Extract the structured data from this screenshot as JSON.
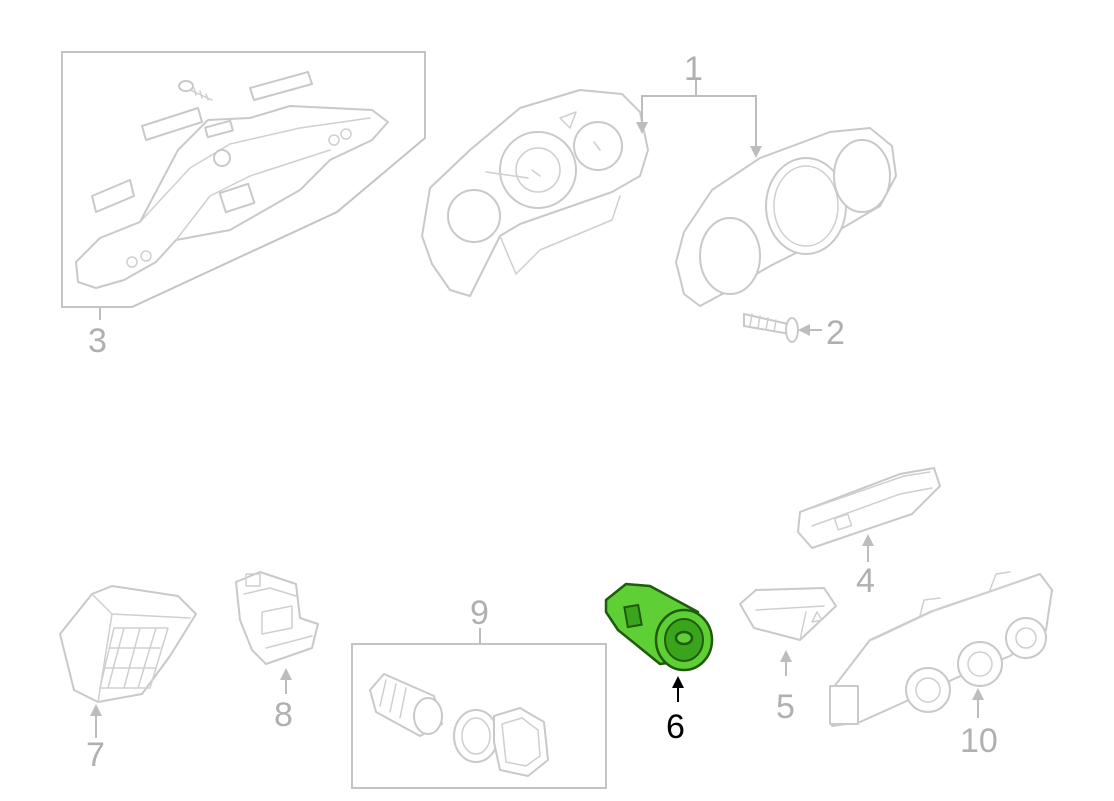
{
  "diagram": {
    "highlight_color": "#5fcf36",
    "highlighted_part": "6",
    "callouts": {
      "c1": "1",
      "c2": "2",
      "c3": "3",
      "c4": "4",
      "c5": "5",
      "c6": "6",
      "c7": "7",
      "c8": "8",
      "c9": "9",
      "c10": "10"
    }
  }
}
